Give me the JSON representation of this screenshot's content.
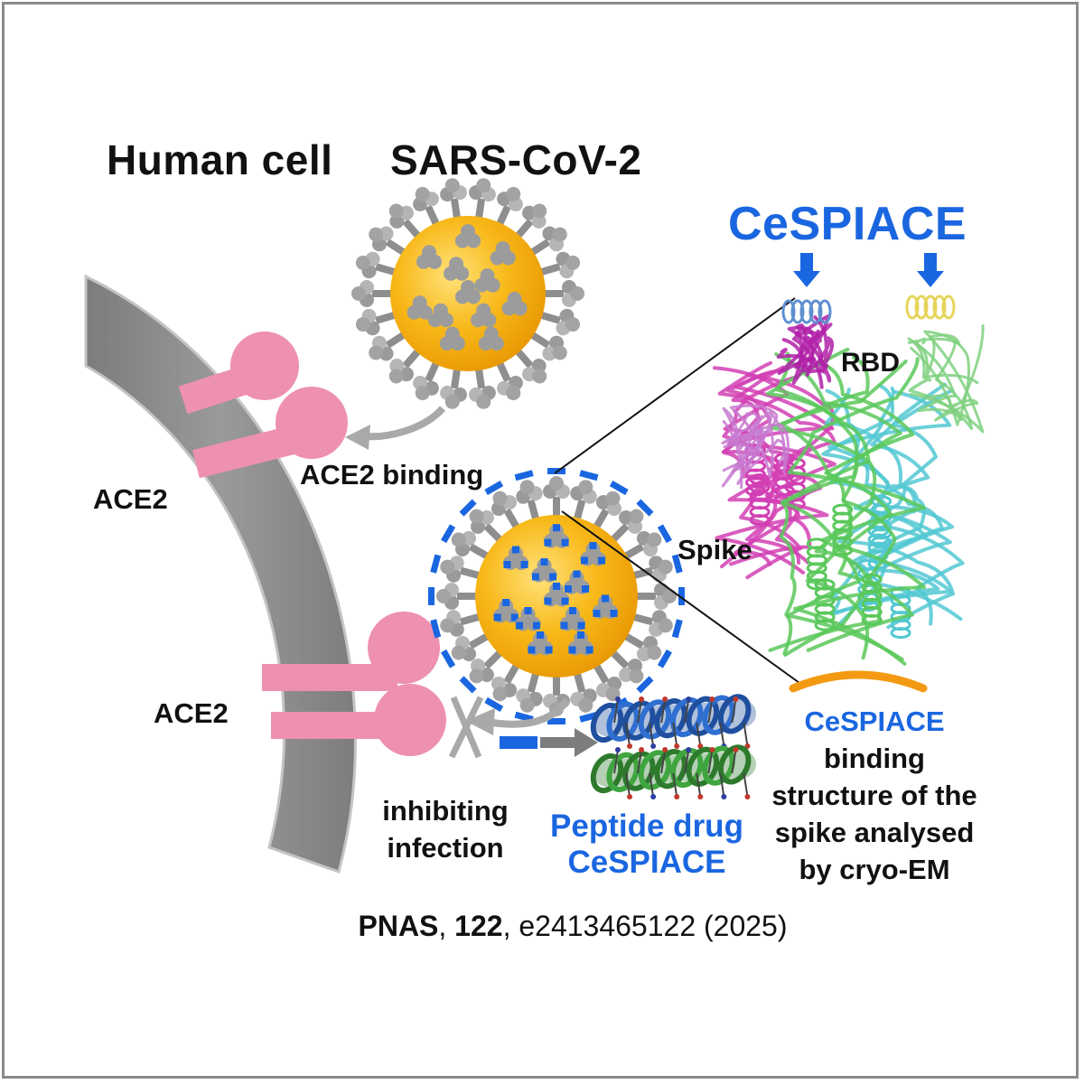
{
  "header": {
    "human_cell": "Human cell",
    "virus": "SARS-CoV-2",
    "drug_name": "CeSPIACE"
  },
  "labels": {
    "ace2_top": "ACE2",
    "ace2_bottom": "ACE2",
    "ace2_binding": "ACE2 binding",
    "spike": "Spike",
    "rbd": "RBD",
    "inhibiting_line1": "inhibiting",
    "inhibiting_line2": "infection",
    "peptide_line1": "Peptide drug",
    "peptide_line2": "CeSPIACE",
    "binding_line1": "CeSPIACE",
    "binding_line2": "binding",
    "binding_line3": "structure of the",
    "binding_line4": "spike analysed",
    "binding_line5": "by cryo-EM"
  },
  "citation": {
    "journal": "PNAS",
    "sep1": ", ",
    "volume": "122",
    "sep2": ", ",
    "article": "e2413465122 (2025)"
  },
  "colors": {
    "membrane": "#8c8c8c",
    "membrane_edge": "#b9b9b9",
    "receptor": "#ee90b2",
    "virion": "#f6b512",
    "spike_protein": "#9a9a9a",
    "drug_blue": "#1a66e0",
    "arrow_gray": "#a9a9a9",
    "helix_green": "#3fa53f",
    "helix_blue": "#2f6fd0",
    "structure_magenta": "#d23fb4",
    "structure_cyan": "#52c8d2",
    "structure_green": "#5ac85a",
    "bracket_orange": "#f39a12"
  },
  "icons": {
    "blocked": "x-mark-icon",
    "down_arrow": "down-arrow-icon",
    "drug_link": "right-arrow-icon"
  }
}
